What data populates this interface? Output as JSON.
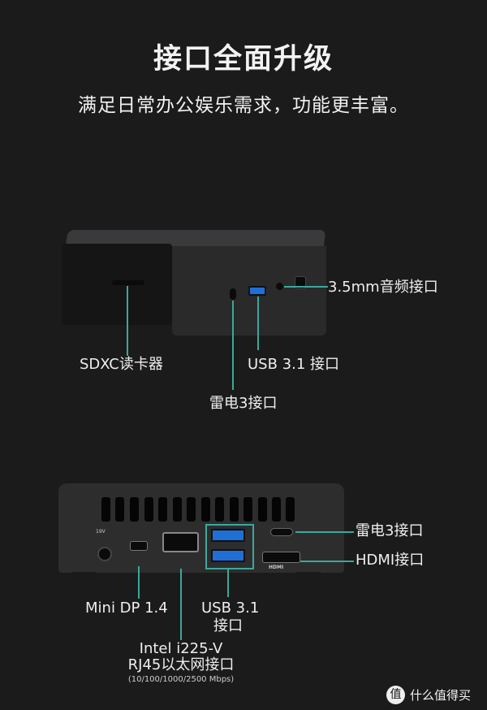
{
  "header": {
    "title": "接口全面升级",
    "subtitle": "满足日常办公娱乐需求，功能更丰富。"
  },
  "front_view": {
    "labels": {
      "sdxc": "SDXC读卡器",
      "usb": "USB 3.1 接口",
      "thunderbolt": "雷电3接口",
      "audio": "3.5mm音频接口"
    }
  },
  "rear_view": {
    "labels": {
      "thunderbolt": "雷电3接口",
      "hdmi": "HDMI接口",
      "mini_dp": "Mini DP 1.4",
      "usb_line1": "USB 3.1",
      "usb_line2": "接口",
      "ethernet_line1": "Intel i225-V",
      "ethernet_line2": "RJ45以太网接口",
      "ethernet_speed": "(10/100/1000/2500 Mbps)"
    },
    "port_marks": {
      "power": "19V",
      "hdmi": "HDMI"
    }
  },
  "watermark": {
    "icon": "值",
    "text": "什么值得买"
  },
  "colors": {
    "accent": "#3aa99a",
    "background": "#1b1b1b"
  }
}
